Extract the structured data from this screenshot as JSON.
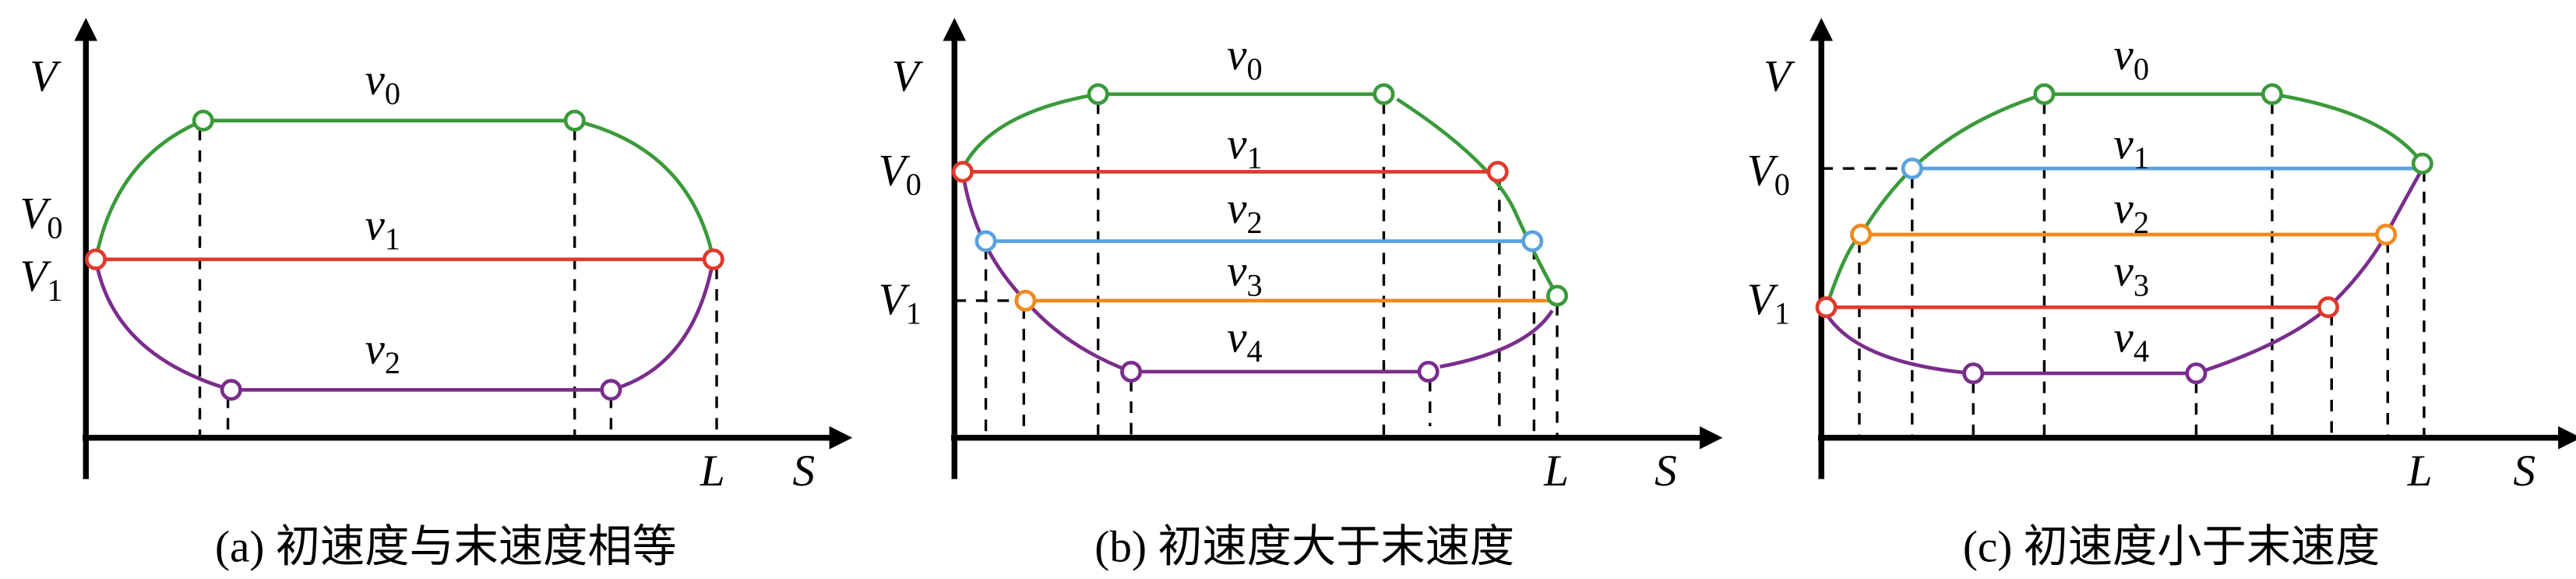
{
  "colors": {
    "green": "#3a9a3a",
    "red": "#e0392c",
    "blue": "#5aa2dc",
    "orange": "#ef8a1e",
    "purple": "#7a2d8c"
  },
  "axes": {
    "v": "V",
    "s": "S",
    "l": "L",
    "v0": {
      "main": "V",
      "sub": "0"
    },
    "v1": {
      "main": "V",
      "sub": "1"
    }
  },
  "panels": [
    {
      "caption": "(a) 初速度与末速度相等",
      "labels": [
        {
          "main": "v",
          "sub": "0"
        },
        {
          "main": "v",
          "sub": "1"
        },
        {
          "main": "v",
          "sub": "2"
        }
      ]
    },
    {
      "caption": "(b) 初速度大于末速度",
      "labels": [
        {
          "main": "v",
          "sub": "0"
        },
        {
          "main": "v",
          "sub": "1"
        },
        {
          "main": "v",
          "sub": "2"
        },
        {
          "main": "v",
          "sub": "3"
        },
        {
          "main": "v",
          "sub": "4"
        }
      ]
    },
    {
      "caption": "(c) 初速度小于末速度",
      "labels": [
        {
          "main": "v",
          "sub": "0"
        },
        {
          "main": "v",
          "sub": "1"
        },
        {
          "main": "v",
          "sub": "2"
        },
        {
          "main": "v",
          "sub": "3"
        },
        {
          "main": "v",
          "sub": "4"
        }
      ]
    }
  ]
}
